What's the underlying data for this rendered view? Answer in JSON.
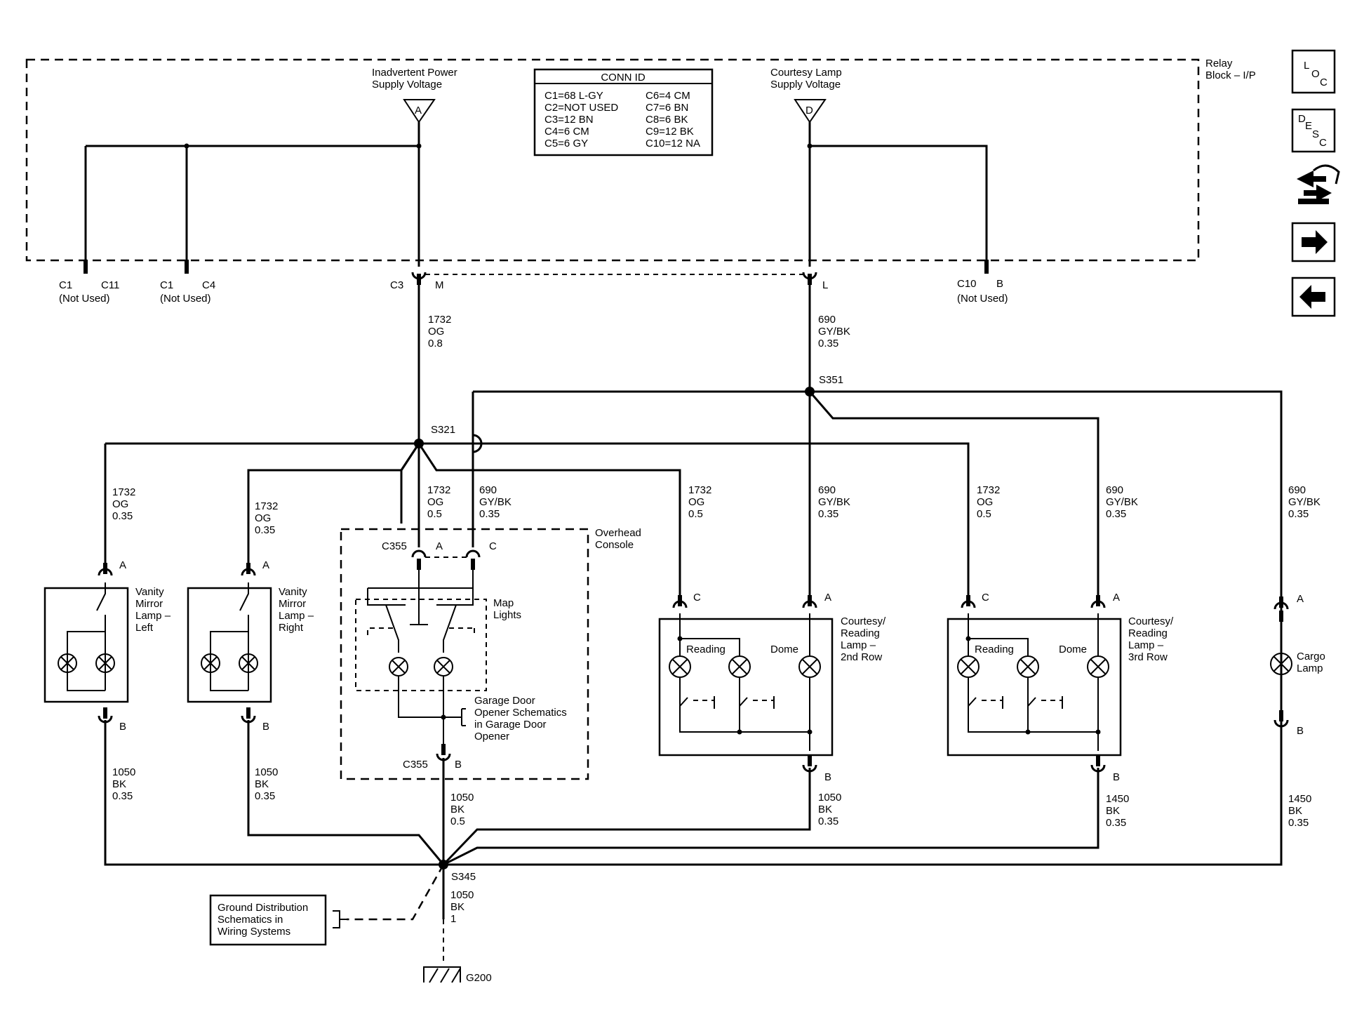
{
  "relay_block": {
    "title_lines": [
      "Relay",
      "Block – I/P"
    ],
    "inadvertent_lines": [
      "Inadvertent Power",
      "Supply Voltage"
    ],
    "courtesy_lines": [
      "Courtesy Lamp",
      "Supply Voltage"
    ],
    "terminal_a": "A",
    "terminal_d": "D"
  },
  "conn_id": {
    "title": "CONN ID",
    "left": [
      "C1=68 L-GY",
      "C2=NOT USED",
      "C3=12 BN",
      "C4=6 CM",
      "C5=6 GY"
    ],
    "right": [
      "C6=4 CM",
      "C7=6 BN",
      "C8=6 BK",
      "C9=12 BK",
      "C10=12 NA"
    ]
  },
  "side_nav": {
    "loc": [
      "L",
      "O",
      "C"
    ],
    "desc": [
      "D",
      "E",
      "S",
      "C"
    ],
    "icons": [
      "component-view-icon",
      "next-arrow-icon",
      "previous-arrow-icon"
    ]
  },
  "pins": {
    "c1_c11": [
      "C1",
      "C11"
    ],
    "c1_c4": [
      "C1",
      "C4"
    ],
    "not_used": "(Not Used)",
    "c3_m": [
      "C3",
      "M"
    ],
    "l": "L",
    "c10_b": [
      "C10",
      "B"
    ]
  },
  "wires": {
    "w1732_08": [
      "1732",
      "OG",
      "0.8"
    ],
    "w690_035_top": [
      "690",
      "GY/BK",
      "0.35"
    ],
    "w1732_035_left": [
      "1732",
      "OG",
      "0.35"
    ],
    "w1732_035_right": [
      "1732",
      "OG",
      "0.35"
    ],
    "w1732_05_console": [
      "1732",
      "OG",
      "0.5"
    ],
    "w690_035_console": [
      "690",
      "GY/BK",
      "0.35"
    ],
    "w1732_05_2nd": [
      "1732",
      "OG",
      "0.5"
    ],
    "w690_035_2nd": [
      "690",
      "GY/BK",
      "0.35"
    ],
    "w1732_05_3rd": [
      "1732",
      "OG",
      "0.5"
    ],
    "w690_035_3rd": [
      "690",
      "GY/BK",
      "0.35"
    ],
    "w690_035_cargo": [
      "690",
      "GY/BK",
      "0.35"
    ],
    "w1050_035_left": [
      "1050",
      "BK",
      "0.35"
    ],
    "w1050_035_right": [
      "1050",
      "BK",
      "0.35"
    ],
    "w1050_05_console": [
      "1050",
      "BK",
      "0.5"
    ],
    "w1050_035_2nd": [
      "1050",
      "BK",
      "0.35"
    ],
    "w1450_035_3rd": [
      "1450",
      "BK",
      "0.35"
    ],
    "w1450_035_cargo": [
      "1450",
      "BK",
      "0.35"
    ],
    "w1050_1_ground": [
      "1050",
      "BK",
      "1"
    ]
  },
  "splices": {
    "s351": "S351",
    "s321": "S321",
    "s345": "S345"
  },
  "components": {
    "vanity_left": [
      "Vanity",
      "Mirror",
      "Lamp –",
      "Left"
    ],
    "vanity_right": [
      "Vanity",
      "Mirror",
      "Lamp –",
      "Right"
    ],
    "overhead_console": [
      "Overhead",
      "Console"
    ],
    "map_lights": [
      "Map",
      "Lights"
    ],
    "garage_door": [
      "Garage Door",
      "Opener Schematics",
      "in Garage Door",
      "Opener"
    ],
    "courtesy_2nd": [
      "Courtesy/",
      "Reading",
      "Lamp –",
      "2nd Row"
    ],
    "courtesy_3rd": [
      "Courtesy/",
      "Reading",
      "Lamp –",
      "3rd Row"
    ],
    "cargo_lamp": [
      "Cargo",
      "Lamp"
    ],
    "reading": "Reading",
    "dome": "Dome",
    "ground_dist": [
      "Ground Distribution",
      "Schematics in",
      "Wiring Systems"
    ],
    "ground": "G200"
  },
  "connector_labels": {
    "a": "A",
    "b": "B",
    "c": "C",
    "c355": "C355"
  }
}
